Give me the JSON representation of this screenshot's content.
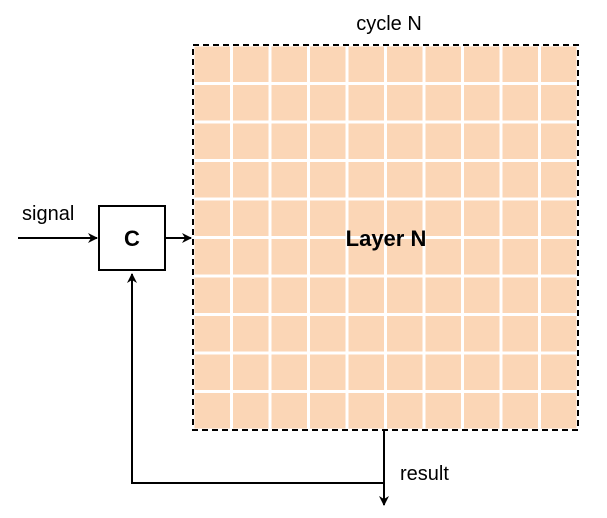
{
  "diagram": {
    "cycle_label": "cycle N",
    "layer_label": "Layer N",
    "controller_label": "C",
    "input_label": "signal",
    "output_label": "result",
    "grid": {
      "rows": 10,
      "cols": 10
    }
  },
  "colors": {
    "cell_fill": "#fbd6b6",
    "grid_line": "#ffffff",
    "stroke": "#000000",
    "background": "#ffffff"
  }
}
